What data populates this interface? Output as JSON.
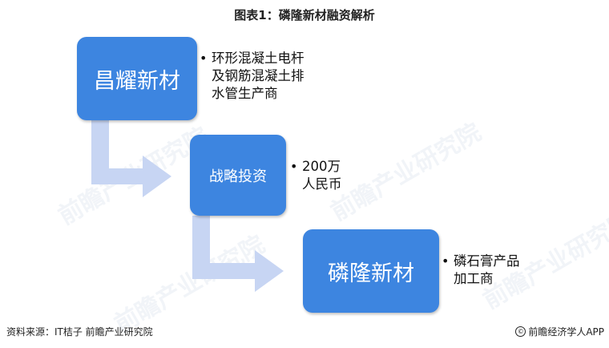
{
  "title": "图表1：磷隆新材融资解析",
  "nodes": [
    {
      "label": "昌耀新材",
      "desc": [
        "环形混凝土电杆",
        "及钢筋混凝土排",
        "水管生产商"
      ]
    },
    {
      "label": "战略投资",
      "desc": [
        "200万",
        "人民币"
      ]
    },
    {
      "label": "磷隆新材",
      "desc": [
        "磷石膏产品",
        "加工商"
      ]
    }
  ],
  "watermark_text": "前瞻产业研究院",
  "footer": {
    "source": "资料来源：IT桔子 前瞻产业研究院",
    "brand": "前瞻经济学人APP",
    "copyright_symbol": "©"
  },
  "colors": {
    "box": "#3d85e0",
    "arrow": "#c7d5f3",
    "text": "#111111"
  }
}
